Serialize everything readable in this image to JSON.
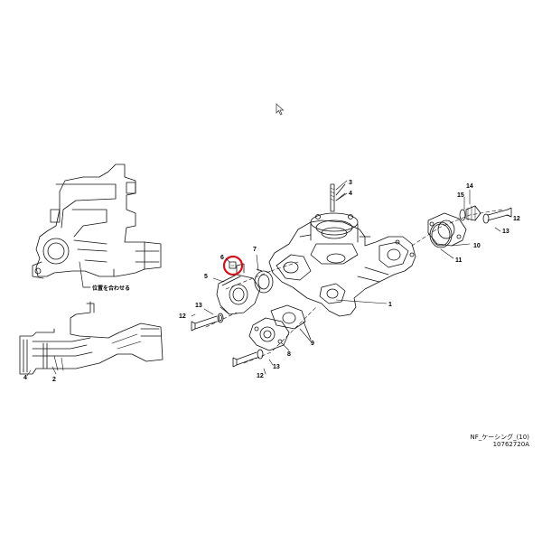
{
  "figure": {
    "caption": "NF_ケーシング_(10)",
    "drawing_number": "10762720A",
    "alignment_note": "位置を合わせる",
    "highlight_color": "#d0141e",
    "line_color": "#111111"
  },
  "callouts": [
    {
      "id": "c1",
      "text": "1"
    },
    {
      "id": "c2",
      "text": "2"
    },
    {
      "id": "c3",
      "text": "3"
    },
    {
      "id": "c4a",
      "text": "4"
    },
    {
      "id": "c4b",
      "text": "4"
    },
    {
      "id": "c5",
      "text": "5"
    },
    {
      "id": "c6",
      "text": "6"
    },
    {
      "id": "c7",
      "text": "7"
    },
    {
      "id": "c8",
      "text": "8"
    },
    {
      "id": "c9",
      "text": "9"
    },
    {
      "id": "c10",
      "text": "10"
    },
    {
      "id": "c11",
      "text": "11"
    },
    {
      "id": "c12a",
      "text": "12"
    },
    {
      "id": "c12b",
      "text": "12"
    },
    {
      "id": "c12c",
      "text": "12"
    },
    {
      "id": "c13a",
      "text": "13"
    },
    {
      "id": "c13b",
      "text": "13"
    },
    {
      "id": "c13c",
      "text": "13"
    },
    {
      "id": "c14",
      "text": "14"
    },
    {
      "id": "c15",
      "text": "15"
    }
  ],
  "highlighted_part": "6",
  "cursor_icon": "mouse-pointer-icon"
}
